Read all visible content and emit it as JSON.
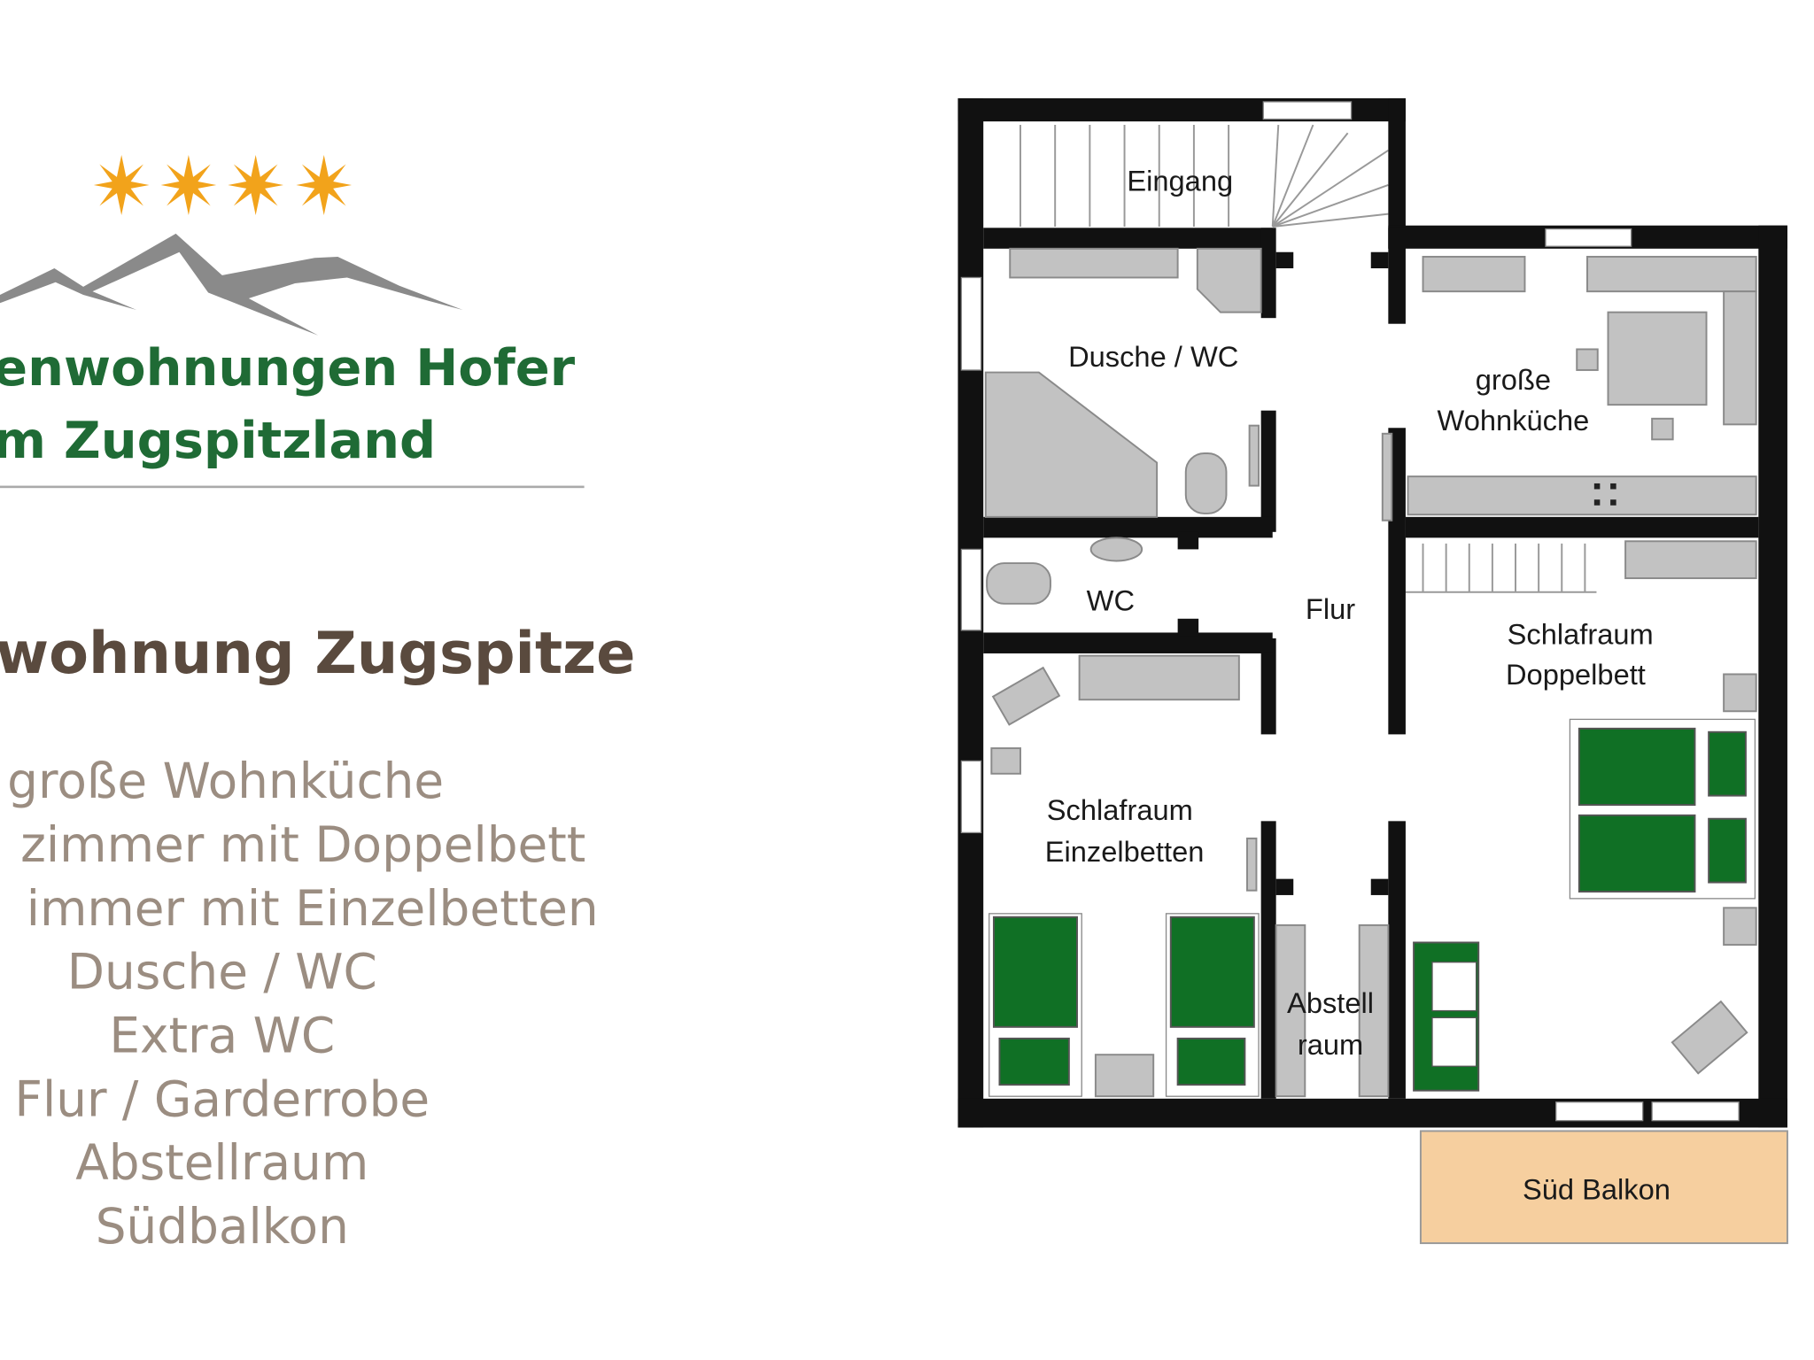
{
  "logo": {
    "rating_stars": 4,
    "line1": "enwohnungen Hofer",
    "line2": "m Zugspitzland",
    "star_color": "#f2a31b",
    "text_color": "#1f6b35"
  },
  "apartment_title": "wohnung Zugspitze",
  "features": [
    "große Wohnküche",
    "zimmer mit Doppelbett",
    "immer mit Einzelbetten",
    "Dusche / WC",
    "Extra WC",
    "Flur / Garderrobe",
    "Abstellraum",
    "Südbalkon"
  ],
  "floorplan": {
    "rooms": {
      "entrance": "Eingang",
      "shower": "Dusche / WC",
      "kitchen_1": "große",
      "kitchen_2": "Wohnküche",
      "wc": "WC",
      "hall": "Flur",
      "bed_double_1": "Schlafraum",
      "bed_double_2": "Doppelbett",
      "bed_single_1": "Schlafraum",
      "bed_single_2": "Einzelbetten",
      "storage_1": "Abstell",
      "storage_2": "raum",
      "balcony": "Süd Balkon"
    },
    "colors": {
      "wall": "#111111",
      "furniture": "#c2c2c2",
      "bed": "#107025",
      "balcony": "#f6cf9f"
    }
  }
}
